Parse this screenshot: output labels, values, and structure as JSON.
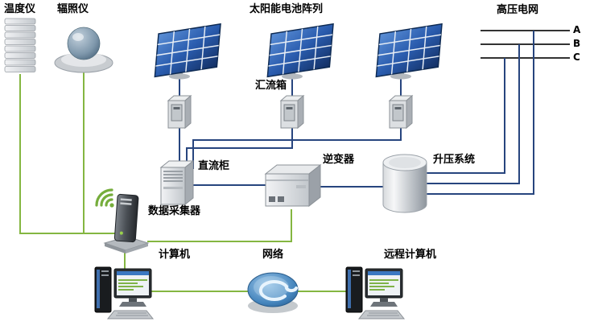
{
  "diagram": {
    "labels": {
      "temperature_meter": "温度仪",
      "irradiance_meter": "辐照仪",
      "solar_array": "太阳能电池阵列",
      "combiner_box": "汇流箱",
      "hv_grid": "高压电网",
      "dc_cabinet": "直流柜",
      "inverter": "逆变器",
      "boost_system": "升压系统",
      "data_collector": "数据采集器",
      "computer": "计算机",
      "network": "网络",
      "remote_computer": "远程计算机"
    },
    "grid_phases": [
      "A",
      "B",
      "C"
    ],
    "colors": {
      "data_line": "#84b641",
      "power_line": "#27457e",
      "grid_line": "#333333",
      "label_text": "#000000",
      "background": "#ffffff"
    }
  }
}
